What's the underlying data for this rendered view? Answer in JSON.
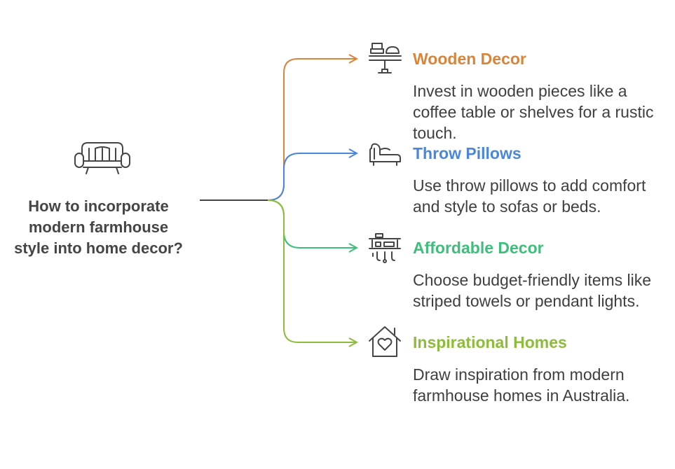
{
  "root": {
    "title": "How to incorporate modern farmhouse style into home decor?",
    "icon": "sofa-icon"
  },
  "branches": [
    {
      "title": "Wooden Decor",
      "description": "Invest in wooden pieces like a coffee table or shelves for a rustic touch.",
      "color": "#D9843B",
      "icon": "wooden-table-icon"
    },
    {
      "title": "Throw Pillows",
      "description": "Use throw pillows to add comfort and style to sofas or beds.",
      "color": "#4A86D9",
      "icon": "chaise-lounge-icon"
    },
    {
      "title": "Affordable Decor",
      "description": "Choose budget-friendly items like striped towels or pendant lights.",
      "color": "#3DBE7A",
      "icon": "shelf-hooks-icon"
    },
    {
      "title": "Inspirational Homes",
      "description": "Draw inspiration from modern farmhouse homes in Australia.",
      "color": "#8DBB3A",
      "icon": "home-heart-icon"
    }
  ]
}
